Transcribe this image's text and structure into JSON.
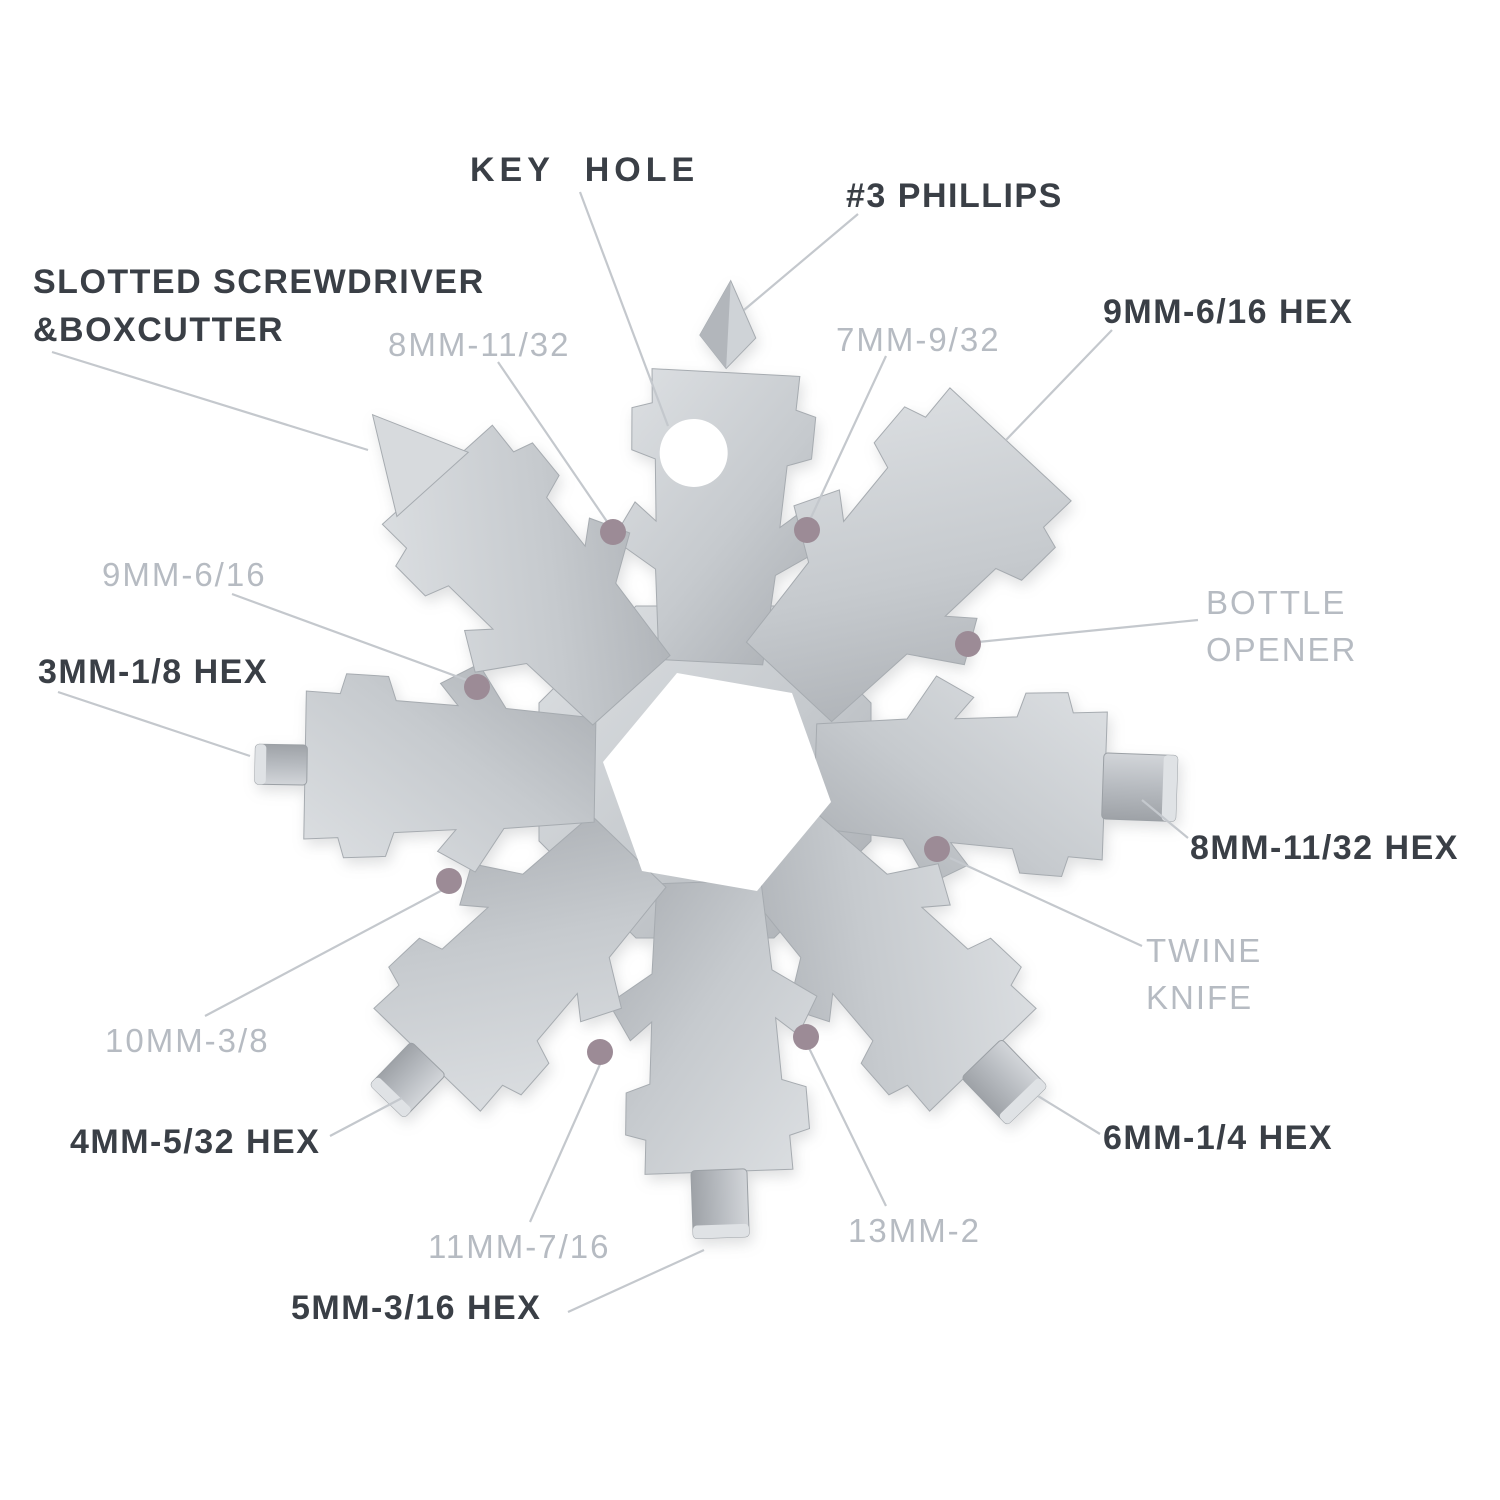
{
  "colors": {
    "background": "#ffffff",
    "label_dark": "#3a3f46",
    "label_gray": "#b6bbc2",
    "leader_line": "#c4c8cd",
    "dot": "#9c8b96",
    "steel_light": "#dde0e3",
    "steel_mid": "#c6cace",
    "steel_dark": "#a9adb2"
  },
  "labels": {
    "key_hole": "KEY HOLE",
    "phillips": "#3 PHILLIPS",
    "slotted_1": "SLOTTED SCREWDRIVER",
    "slotted_2": "&BOXCUTTER",
    "size_8mm_11_32": "8MM-11/32",
    "size_7mm_9_32": "7MM-9/32",
    "hex_9mm_6_16": "9MM-6/16 HEX",
    "size_9mm_6_16": "9MM-6/16",
    "bottle_1": "BOTTLE",
    "bottle_2": "OPENER",
    "hex_3mm_1_8": "3MM-1/8 HEX",
    "hex_8mm_11_32": "8MM-11/32 HEX",
    "size_10mm_3_8": "10MM-3/8",
    "twine_1": "TWINE",
    "twine_2": "KNIFE",
    "hex_4mm_5_32": "4MM-5/32 HEX",
    "hex_6mm_1_4": "6MM-1/4 HEX",
    "size_11mm_7_16": "11MM-7/16",
    "size_13mm_2": "13MM-2",
    "hex_5mm_3_16": "5MM-3/16 HEX"
  }
}
